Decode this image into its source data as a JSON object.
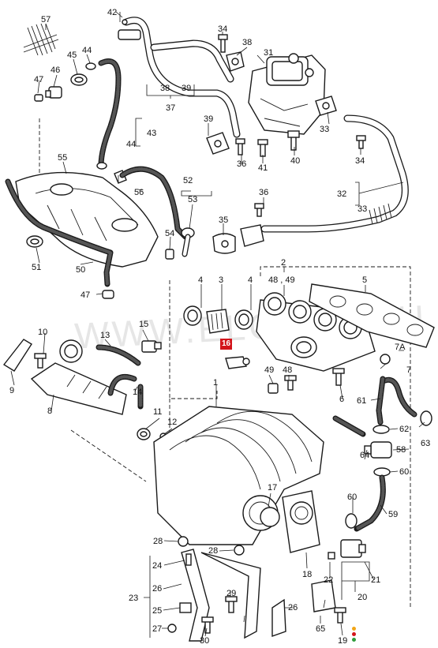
{
  "watermark": "WWW.ELCATS.RU",
  "highlight_tag": "16",
  "status_dots": {
    "colors": [
      "#f2a516",
      "#d3141b",
      "#2e9b3a"
    ]
  },
  "labels": {
    "p1": "1",
    "p2": "2",
    "p4a": "4",
    "p3": "3",
    "p4b": "4",
    "p5": "5",
    "p6": "6",
    "p7": "7",
    "p7a": "7A",
    "p8": "8",
    "p9": "9",
    "p10": "10",
    "p11": "11",
    "p12": "12",
    "p13": "13",
    "p14": "14",
    "p15": "15",
    "p17": "17",
    "p18": "18",
    "p19": "19",
    "p20": "20",
    "p21": "21",
    "p22": "22",
    "p23": "23",
    "p24": "24",
    "p25": "25",
    "p26a": "26",
    "p26b": "26",
    "p27": "27",
    "p28a": "28",
    "p28b": "28",
    "p29": "29",
    "p30": "30",
    "p31": "31",
    "p32": "32",
    "p33a": "33",
    "p33b": "33",
    "p34a": "34",
    "p34b": "34",
    "p35": "35",
    "p36a": "36",
    "p36b": "36",
    "p37": "37",
    "p38a": "38",
    "p38b": "38",
    "p39a": "39",
    "p39b": "39",
    "p40": "40",
    "p41": "41",
    "p42": "42",
    "p43": "43",
    "p44a": "44",
    "p44b": "44",
    "p45": "45",
    "p46": "46",
    "p47a": "47",
    "p47b": "47",
    "p48a": "48",
    "p48_49": "48 , 49",
    "p49": "49",
    "p50": "50",
    "p51": "51",
    "p52": "52",
    "p53": "53",
    "p54": "54",
    "p55": "55",
    "p56": "56",
    "p57": "57",
    "p58": "58",
    "p59": "59",
    "p60a": "60",
    "p60b": "60",
    "p61": "61",
    "p62": "62",
    "p63": "63",
    "p64": "64",
    "p65": "65"
  }
}
